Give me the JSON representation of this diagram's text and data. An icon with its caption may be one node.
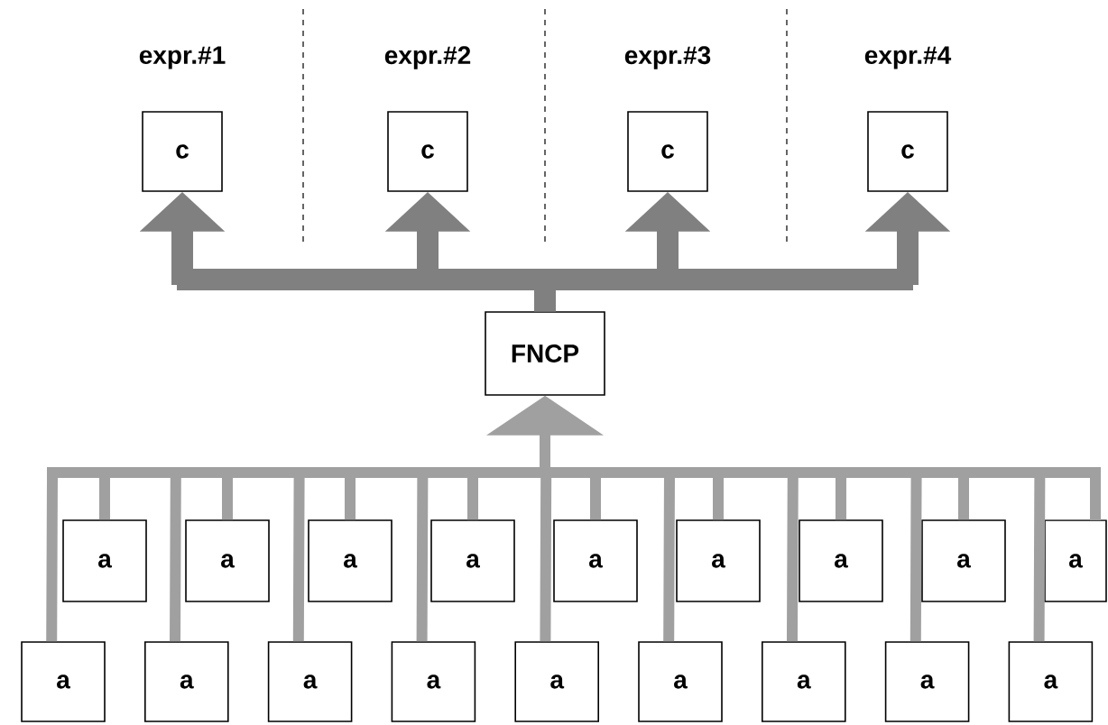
{
  "diagram": {
    "nodes": [
      {
        "text": [
          "c"
        ]
      },
      {
        "text": [
          "c"
        ]
      },
      {
        "text": [
          "c"
        ]
      },
      {
        "text": [
          "c"
        ]
      },
      {
        "text": [
          "FNCP"
        ]
      },
      {
        "text": [
          "a"
        ]
      },
      {
        "text": [
          "a"
        ]
      },
      {
        "text": [
          "a"
        ]
      },
      {
        "text": [
          "a"
        ]
      },
      {
        "text": [
          "a"
        ]
      },
      {
        "text": [
          "a"
        ]
      },
      {
        "text": [
          "a"
        ]
      },
      {
        "text": [
          "a"
        ]
      },
      {
        "text": [
          "a"
        ]
      },
      {
        "text": [
          "a"
        ]
      },
      {
        "text": [
          "a"
        ]
      },
      {
        "text": [
          "a"
        ]
      },
      {
        "text": [
          "a"
        ]
      },
      {
        "text": [
          "a"
        ]
      },
      {
        "text": [
          "a"
        ]
      },
      {
        "text": [
          "a"
        ]
      },
      {
        "text": [
          "a"
        ]
      },
      {
        "text": [
          "a"
        ]
      }
    ],
    "edges": [
      {
        "from": 4,
        "to": 0,
        "arrow": "to",
        "style": "thick"
      },
      {
        "from": 4,
        "to": 1,
        "arrow": "to",
        "style": "thick"
      },
      {
        "from": 4,
        "to": 2,
        "arrow": "to",
        "style": "thick"
      },
      {
        "from": 4,
        "to": 3,
        "arrow": "to",
        "style": "thick"
      },
      {
        "from": 5,
        "to": 4,
        "arrow": "to"
      },
      {
        "from": 6,
        "to": 4,
        "arrow": "to"
      },
      {
        "from": 7,
        "to": 4,
        "arrow": "to"
      },
      {
        "from": 8,
        "to": 4,
        "arrow": "to"
      },
      {
        "from": 9,
        "to": 4,
        "arrow": "to"
      },
      {
        "from": 10,
        "to": 4,
        "arrow": "to"
      },
      {
        "from": 11,
        "to": 4,
        "arrow": "to"
      },
      {
        "from": 12,
        "to": 4,
        "arrow": "to"
      },
      {
        "from": 13,
        "to": 4,
        "arrow": "to"
      },
      {
        "from": 14,
        "to": 4,
        "arrow": "to"
      },
      {
        "from": 15,
        "to": 4,
        "arrow": "to"
      },
      {
        "from": 16,
        "to": 4,
        "arrow": "to"
      },
      {
        "from": 17,
        "to": 4,
        "arrow": "to"
      },
      {
        "from": 18,
        "to": 4,
        "arrow": "to"
      },
      {
        "from": 19,
        "to": 4,
        "arrow": "to"
      },
      {
        "from": 20,
        "to": 4,
        "arrow": "to"
      },
      {
        "from": 21,
        "to": 4,
        "arrow": "to"
      },
      {
        "from": 22,
        "to": 4,
        "arrow": "to"
      }
    ],
    "labels": [
      "expr.#1",
      "expr.#2",
      "expr.#3",
      "expr.#4"
    ]
  }
}
